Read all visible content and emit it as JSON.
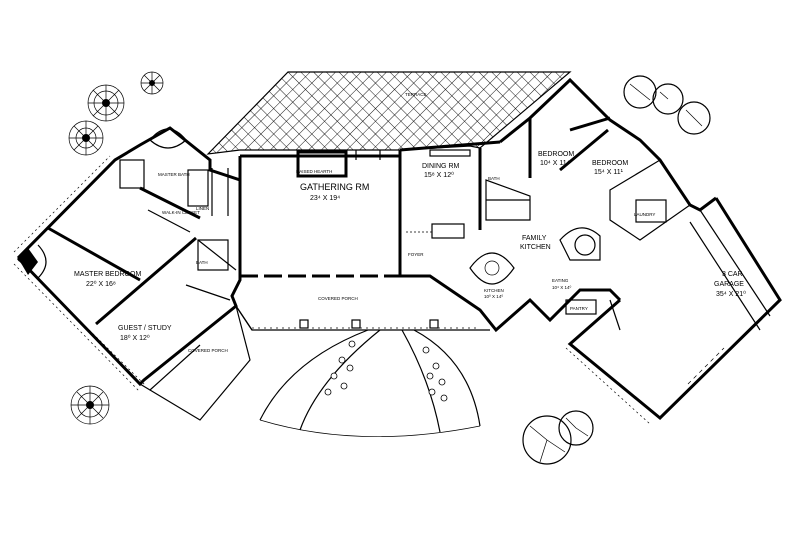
{
  "rooms": {
    "terrace": "TERRACE",
    "bedroom_a": {
      "name": "BEDROOM",
      "dims": "10⁴ X 11⁴"
    },
    "bedroom_b": {
      "name": "BEDROOM",
      "dims": "15⁴ X 11¹"
    },
    "dining": {
      "name": "DINING RM",
      "dims": "15⁸ X 12⁰"
    },
    "gathering": {
      "name": "GATHERING RM",
      "dims": "23⁴ X 19⁴"
    },
    "raised_hearth": "RAISED HEARTH",
    "master_bath": "MASTER BATH",
    "master_bedroom": {
      "name": "MASTER BEDROOM",
      "dims": "22⁰ X 16⁸"
    },
    "guest_study": {
      "name": "GUEST / STUDY",
      "dims": "18⁰ X 12⁰"
    },
    "bath_center": "BATH",
    "bath_right": "BATH",
    "walkin_closet": "WALK-IN CLOSET",
    "linen": "LINEN",
    "covered_porch_center": "COVERED PORCH",
    "covered_porch_left": "COVERED PORCH",
    "foyer": "FOYER",
    "family_kitchen": {
      "name_line1": "FAMILY",
      "name_line2": "KITCHEN"
    },
    "kitchen": {
      "name": "KITCHEN",
      "dims": "10⁰ X 14⁰"
    },
    "eating": {
      "name": "EATING",
      "dims": "10⁴ X 14⁰"
    },
    "laundry": "LAUNDRY",
    "pantry": "PANTRY",
    "garage": {
      "name_line1": "3 CAR",
      "name_line2": "GARAGE",
      "dims": "35⁴ X 21⁰"
    }
  }
}
